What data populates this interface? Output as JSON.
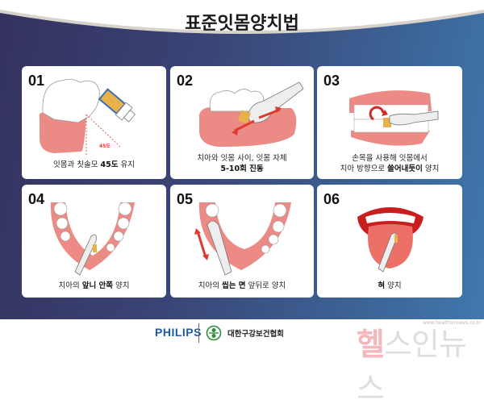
{
  "header": {
    "title": "표준잇몸양치법"
  },
  "colors": {
    "band_start": "#34325e",
    "band_end": "#4078ad",
    "gum": "#ec8a85",
    "arrow": "#e03a2e",
    "bristle": "#e8b24a"
  },
  "steps": [
    {
      "number": "01",
      "caption_plain": "잇몸과 칫솔모 ",
      "caption_bold": "45도",
      "caption_tail": " 유지",
      "angle_label": "45도"
    },
    {
      "number": "02",
      "caption_line1": "치아와 잇몸 사이, 잇몸 자체",
      "caption_line2": "5-10회 진동"
    },
    {
      "number": "03",
      "caption_line1": "손목을 사용해 잇몸에서",
      "caption_line2_plain": "치아 방향으로 ",
      "caption_line2_bold": "쓸어내듯이",
      "caption_line2_tail": " 양치"
    },
    {
      "number": "04",
      "caption_plain": "치아의 ",
      "caption_bold": "앞니 안쪽",
      "caption_tail": " 양치"
    },
    {
      "number": "05",
      "caption_plain": "치아의 ",
      "caption_bold": "씹는 면",
      "caption_tail": " 앞뒤로 양치"
    },
    {
      "number": "06",
      "caption_bold": "혀",
      "caption_tail": " 양치"
    }
  ],
  "footer": {
    "brand": "PHILIPS",
    "association": "대한구강보건협회",
    "watermark_red": "헬",
    "watermark_gray": "스인뉴스",
    "watermark_url": "www.healthinnews.co.kr"
  }
}
